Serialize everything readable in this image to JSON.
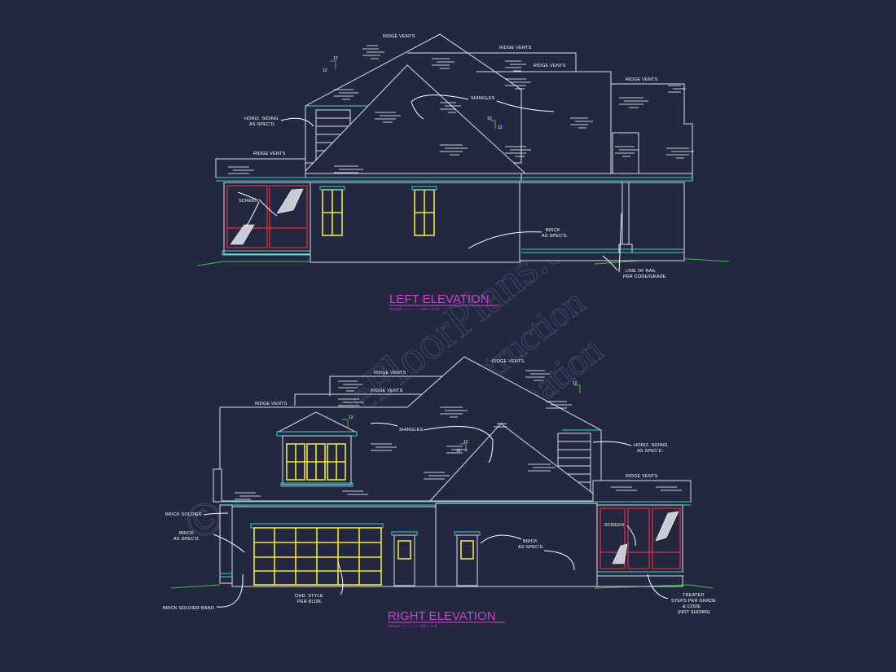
{
  "watermark": {
    "line1": "© MyHomeFloorPlans.com",
    "line2": "Not for Construction",
    "line3": "For Estimation"
  },
  "left_elevation": {
    "title": "LEFT ELEVATION",
    "scale": "SCALE: ---------------1/8\" = 1'-0\"",
    "notes": {
      "ridge_vents_1": "RIDGE VENTS",
      "ridge_vents_2": "RIDGE VENTS",
      "ridge_vents_3": "RIDGE VENTS",
      "ridge_vents_4": "RIDGE VENTS",
      "ridge_vents_5": "RIDGE VENTS",
      "horiz_siding_1": "HORIZ. SIDING",
      "horiz_siding_2": "AS SPEC'D.",
      "shingles": "SHINGLES",
      "screen": "SCREEN",
      "brick_1": "BRICK",
      "brick_2": "AS SPEC'D.",
      "rail_1": "LINE OF RAIL",
      "rail_2": "PER CODE/GRADE"
    },
    "pitches": {
      "p1": "12",
      "p2": "12",
      "p3": "10",
      "p4": "12"
    }
  },
  "right_elevation": {
    "title": "RIGHT ELEVATION",
    "scale": "SCALE: ---------------1/8\" = 1'-0\"",
    "notes": {
      "ridge_vents_1": "RIDGE VENTS",
      "ridge_vents_2": "RIDGE VENTS",
      "ridge_vents_3": "RIDGE VENTS",
      "ridge_vents_4": "RIDGE VENTS",
      "ridge_vents_5": "RIDGE VENTS",
      "shingles": "SHINGLES",
      "horiz_siding_1": "HORIZ. SIDING",
      "horiz_siding_2": "AS SPEC'D.",
      "brick_soldier": "BRICK SOLDIER",
      "brick_a_1": "BRICK",
      "brick_a_2": "AS SPEC'D.",
      "brick_b_1": "BRICK",
      "brick_b_2": "AS SPEC'D.",
      "screen": "SCREEN",
      "ohd_1": "OHD. STYLE",
      "ohd_2": "PER BLDR.",
      "soldier_band": "BRICK SOLDIER BAND",
      "treated_1": "TREATED",
      "treated_2": "STEPS PER GRADE",
      "treated_3": "& CODE",
      "treated_4": "(NOT SHOWN)"
    },
    "pitches": {
      "p1": "12",
      "p2": "12",
      "p3": "12",
      "p4": "12"
    }
  },
  "colors": {
    "background": "#232840",
    "linework": "#d8dce8",
    "fascia": "#3fd0c8",
    "windows": "#f0e63a",
    "screen_frames": "#e03040",
    "ground": "#3fbf4a",
    "titles": "#d040d0"
  }
}
